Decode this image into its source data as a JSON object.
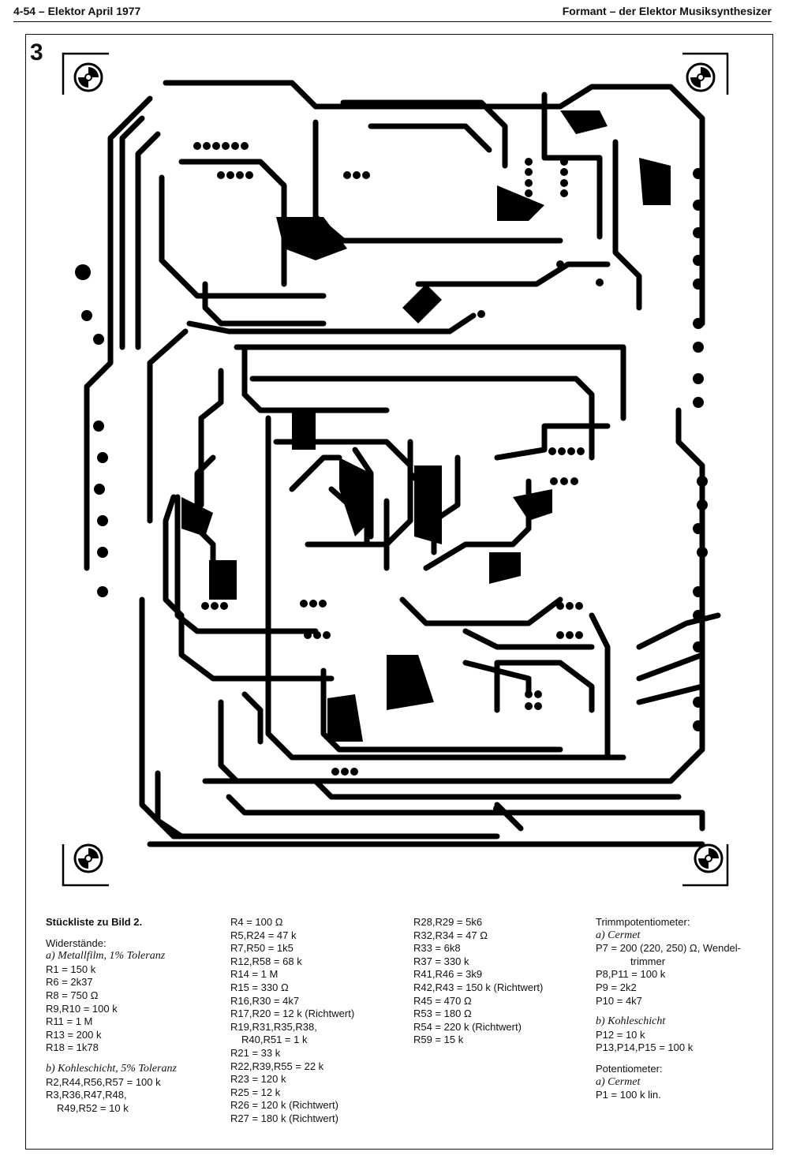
{
  "header": {
    "left": "4-54 – Elektor April 1977",
    "right": "Formant – der Elektor Musiksynthesizer"
  },
  "figure": {
    "number": "3"
  },
  "parts": {
    "title": "Stückliste zu Bild 2.",
    "col1": {
      "group": "Widerstände:",
      "a_head": "a) Metallfilm, 1% Toleranz",
      "a_items": [
        "R1 = 150 k",
        "R6 = 2k37",
        "R8 = 750 Ω",
        "R9,R10 = 100 k",
        "R11 = 1 M",
        "R13 = 200 k",
        "R18 = 1k78"
      ],
      "b_head": "b) Kohleschicht, 5% Toleranz",
      "b_items": [
        "R2,R44,R56,R57 = 100 k",
        "R3,R36,R47,R48,",
        "R49,R52 = 10 k"
      ]
    },
    "col2": [
      "R4 = 100 Ω",
      "R5,R24 = 47 k",
      "R7,R50 = 1k5",
      "R12,R58 = 68 k",
      "R14 = 1 M",
      "R15 = 330 Ω",
      "R16,R30 = 4k7",
      "R17,R20 = 12 k (Richtwert)",
      "R19,R31,R35,R38,",
      "R40,R51 = 1 k",
      "R21 = 33 k",
      "R22,R39,R55 = 22 k",
      "R23 = 120 k",
      "R25 = 12 k",
      "R26 = 120 k (Richtwert)",
      "R27 = 180 k (Richtwert)"
    ],
    "col3": [
      "R28,R29 = 5k6",
      "R32,R34 = 47 Ω",
      "R33 = 6k8",
      "R37 = 330 k",
      "R41,R46 = 3k9",
      "R42,R43 = 150 k (Richtwert)",
      "R45 = 470 Ω",
      "R53 = 180 Ω",
      "R54 = 220 k (Richtwert)",
      "R59 = 15 k"
    ],
    "col4": {
      "trim_head": "Trimmpotentiometer:",
      "a_head": "a) Cermet",
      "a_items": [
        "P7 = 200 (220, 250) Ω, Wendel-",
        "trimmer",
        "P8,P11 = 100 k",
        "P9 = 2k2",
        "P10 = 4k7"
      ],
      "b_head": "b) Kohleschicht",
      "b_items": [
        "P12 = 10 k",
        "P13,P14,P15 = 100 k"
      ],
      "pot_head": "Potentiometer:",
      "c_head": "a) Cermet",
      "c_items": [
        "P1 = 100 k lin."
      ]
    }
  }
}
